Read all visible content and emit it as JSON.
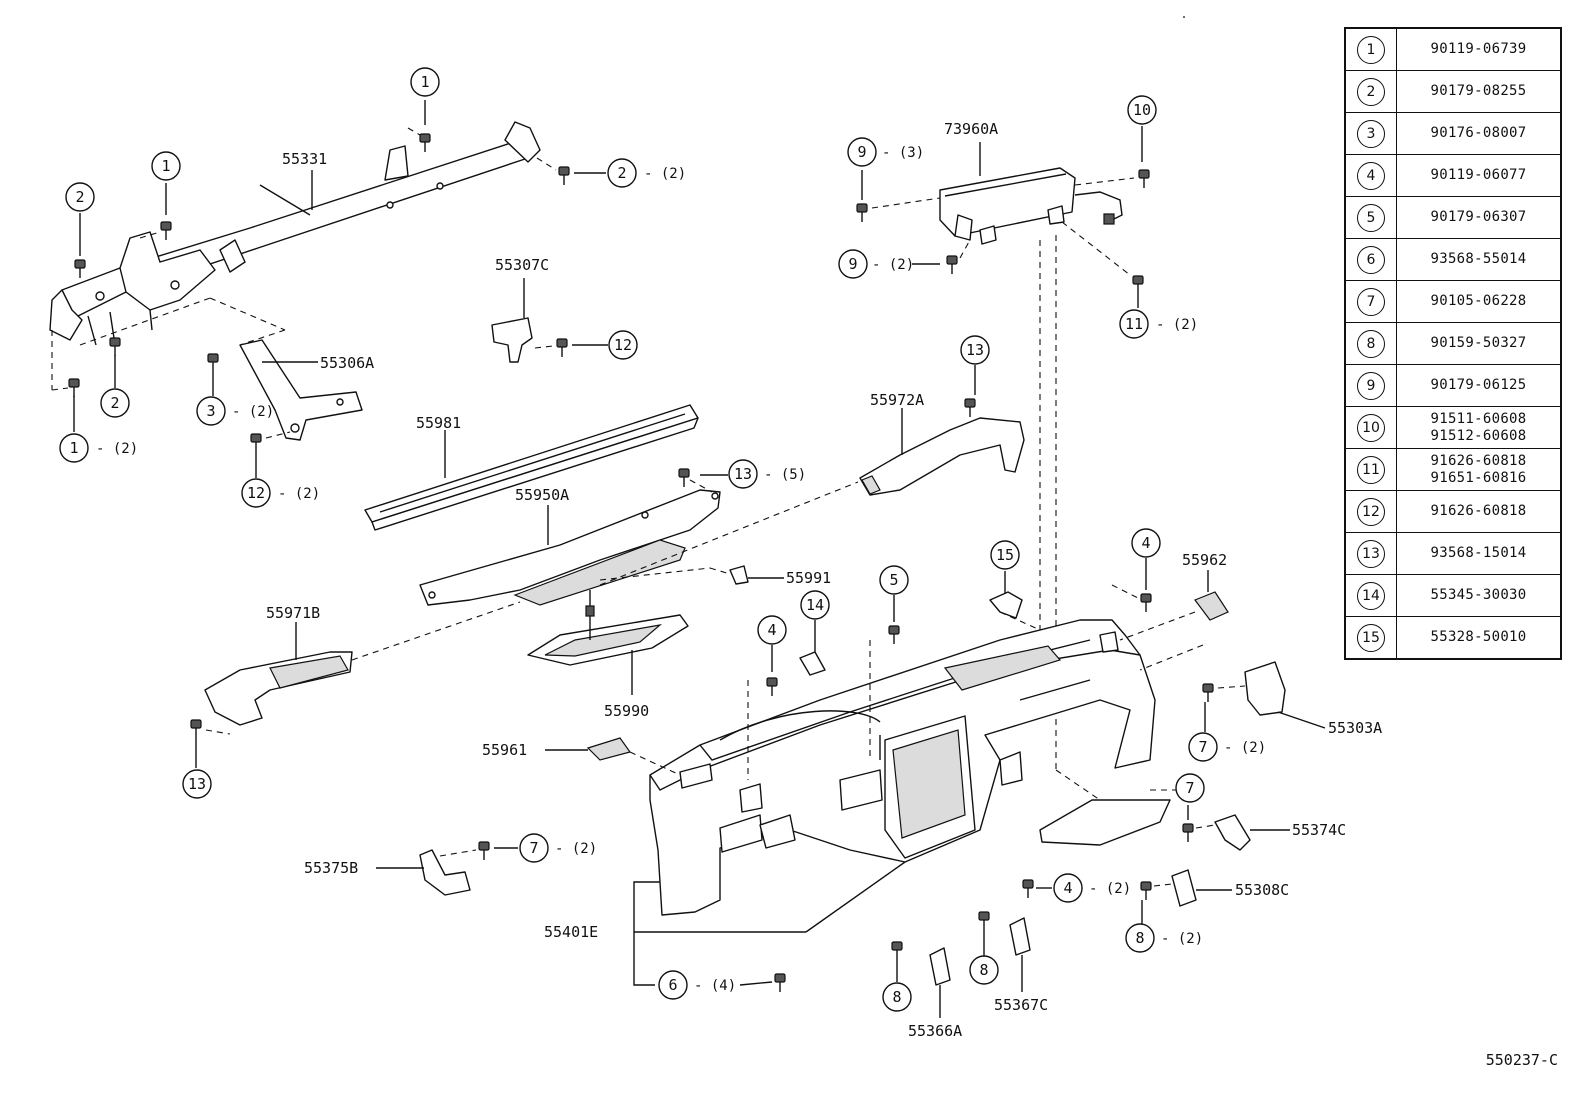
{
  "legend": [
    {
      "key": "1",
      "part_numbers": [
        "90119-06739"
      ]
    },
    {
      "key": "2",
      "part_numbers": [
        "90179-08255"
      ]
    },
    {
      "key": "3",
      "part_numbers": [
        "90176-08007"
      ]
    },
    {
      "key": "4",
      "part_numbers": [
        "90119-06077"
      ]
    },
    {
      "key": "5",
      "part_numbers": [
        "90179-06307"
      ]
    },
    {
      "key": "6",
      "part_numbers": [
        "93568-55014"
      ]
    },
    {
      "key": "7",
      "part_numbers": [
        "90105-06228"
      ]
    },
    {
      "key": "8",
      "part_numbers": [
        "90159-50327"
      ]
    },
    {
      "key": "9",
      "part_numbers": [
        "90179-06125"
      ]
    },
    {
      "key": "10",
      "part_numbers": [
        "91511-60608",
        "91512-60608"
      ]
    },
    {
      "key": "11",
      "part_numbers": [
        "91626-60818",
        "91651-60816"
      ]
    },
    {
      "key": "12",
      "part_numbers": [
        "91626-60818"
      ]
    },
    {
      "key": "13",
      "part_numbers": [
        "93568-15014"
      ]
    },
    {
      "key": "14",
      "part_numbers": [
        "55345-30030"
      ]
    },
    {
      "key": "15",
      "part_numbers": [
        "55328-50010"
      ]
    }
  ],
  "part_labels": {
    "p55331": "55331",
    "p73960A": "73960A",
    "p55307C": "55307C",
    "p55306A": "55306A",
    "p55981": "55981",
    "p55972A": "55972A",
    "p55950A": "55950A",
    "p55991": "55991",
    "p55962": "55962",
    "p55971B": "55971B",
    "p55990": "55990",
    "p55303A": "55303A",
    "p55961": "55961",
    "p55374C": "55374C",
    "p55375B": "55375B",
    "p55308C": "55308C",
    "p55401E": "55401E",
    "p55367C": "55367C",
    "p55366A": "55366A"
  },
  "callouts": {
    "c1a": "1",
    "c1b": "1",
    "c1c": "1",
    "c2a": "2",
    "c2b": "2",
    "c2c": "2",
    "c3": "3",
    "c4a": "4",
    "c4b": "4",
    "c4c": "4",
    "c5": "5",
    "c6": "6",
    "c7a": "7",
    "c7b": "7",
    "c7c": "7",
    "c8a": "8",
    "c8b": "8",
    "c8c": "8",
    "c9a": "9",
    "c9b": "9",
    "c10": "10",
    "c11": "11",
    "c12a": "12",
    "c12b": "12",
    "c13a": "13",
    "c13b": "13",
    "c13c": "13",
    "c14": "14",
    "c15": "15"
  },
  "quantities": {
    "q1c": "- (2)",
    "q2b": "- (2)",
    "q3": "- (2)",
    "q12b": "- (2)",
    "q13b": "- (5)",
    "q9a": "- (3)",
    "q9b": "- (2)",
    "q11": "- (2)",
    "q7a": "- (2)",
    "q7c": "- (2)",
    "q4c": "- (2)",
    "q8c": "- (2)",
    "q6": "- (4)"
  },
  "diagram_code": "550237-C"
}
